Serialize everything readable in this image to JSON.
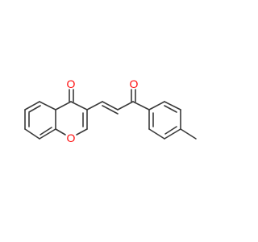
{
  "molecule": {
    "atoms": {
      "ketone_oxygen": "O",
      "ring_oxygen": "O",
      "enone_oxygen": "O"
    },
    "colors": {
      "bond": "#3a3a3a",
      "oxygen": "#ff0d0d",
      "background": "#ffffff"
    }
  }
}
